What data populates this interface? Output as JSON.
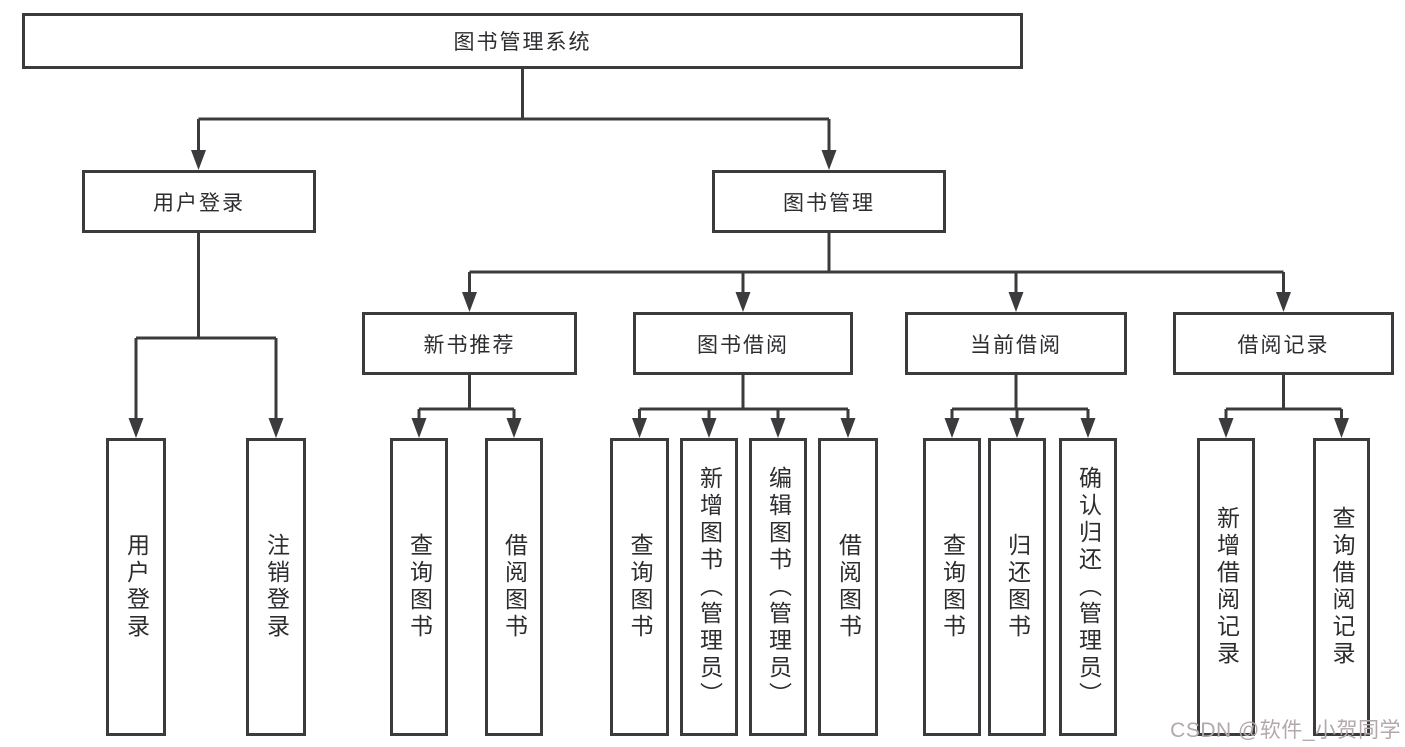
{
  "diagram": {
    "root": {
      "label": "图书管理系统"
    },
    "level2": [
      {
        "label": "用户登录"
      },
      {
        "label": "图书管理"
      }
    ],
    "level3": [
      {
        "label": "新书推荐"
      },
      {
        "label": "图书借阅"
      },
      {
        "label": "当前借阅"
      },
      {
        "label": "借阅记录"
      }
    ],
    "leaves": {
      "user_login": [
        "用户登录",
        "注销登录"
      ],
      "new_book_recommend": [
        "查询图书",
        "借阅图书"
      ],
      "book_borrow": [
        "查询图书",
        "新增图书（管理员）",
        "编辑图书（管理员）",
        "借阅图书"
      ],
      "current_borrow": [
        "查询图书",
        "归还图书",
        "确认归还（管理员）"
      ],
      "borrow_record": [
        "新增借阅记录",
        "查询借阅记录"
      ]
    }
  },
  "watermark": {
    "text": "CSDN @软件_小贺同学"
  },
  "colors": {
    "line": "#3b3b3d",
    "text": "#2d2d30",
    "watermark": "#b3a8aa",
    "background": "#ffffff"
  }
}
